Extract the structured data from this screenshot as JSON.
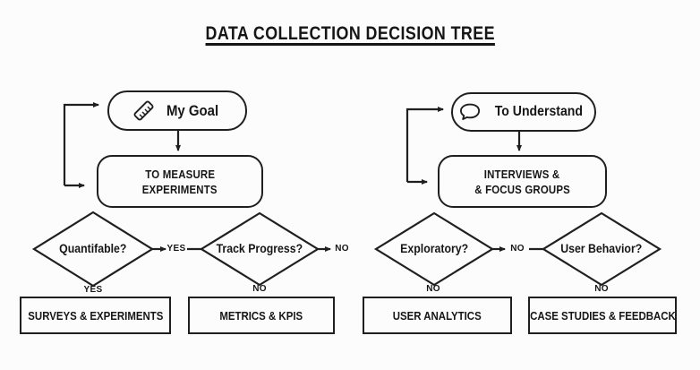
{
  "title": "DATA COLLECTION DECISION TREE",
  "colors": {
    "line": "#1f1f1f",
    "background": "#fcfcfc"
  },
  "left_branch": {
    "goal": {
      "icon": "ruler-icon",
      "label": "My Goal"
    },
    "method": {
      "line1": "TO MEASURE",
      "line2": "EXPERIMENTS"
    },
    "decision1": {
      "question": "Quantifable?",
      "branch_label": "YES",
      "down_label": "YES",
      "outcome": "SURVEYS & EXPERIMENTS"
    },
    "decision2": {
      "question": "Track Progress?",
      "branch_label": "NO",
      "down_label": "NO",
      "outcome": "METRICS & KPIS"
    }
  },
  "right_branch": {
    "goal": {
      "icon": "speech-bubble-icon",
      "label": "To Understand"
    },
    "method": {
      "line1": "INTERVIEWS &",
      "line2": "& FOCUS GROUPS"
    },
    "decision1": {
      "question": "Exploratory?",
      "branch_label": "NO",
      "down_label": "NO",
      "outcome": "USER ANALYTICS"
    },
    "decision2": {
      "question": "User Behavior?",
      "down_label": "NO",
      "outcome": "CASE STUDIES & FEEDBACK"
    }
  }
}
